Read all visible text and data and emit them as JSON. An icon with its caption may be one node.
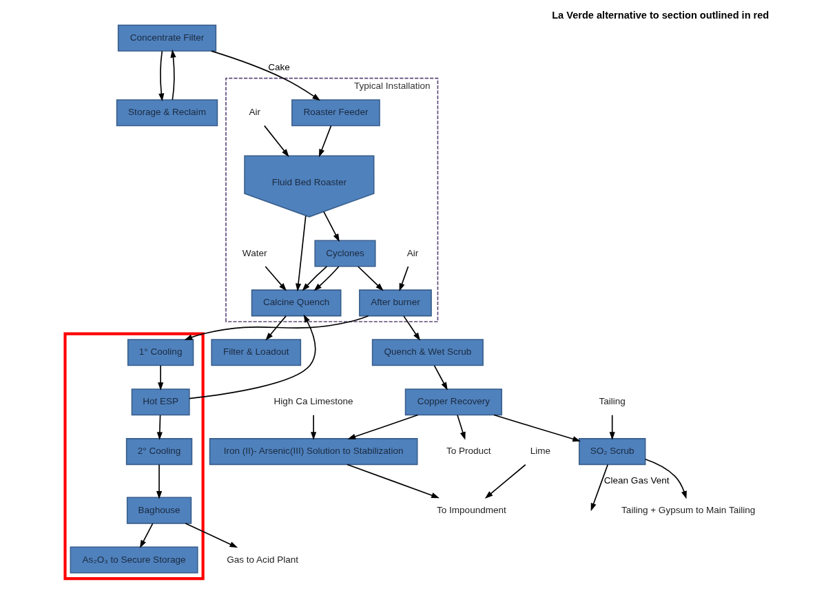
{
  "diagram": {
    "title": "La Verde alternative to section outlined in red",
    "nodes": [
      {
        "text": [
          "Concentrate Filter"
        ]
      },
      {
        "text": [
          "Storage & Reclaim"
        ]
      },
      {
        "text": [
          "Typical Installation"
        ]
      },
      {
        "text": [
          "Roaster Feeder"
        ],
        "in": 2
      },
      {
        "text": [
          "Fluid Bed Roaster"
        ],
        "in": 2
      },
      {
        "text": [
          "Cyclones"
        ],
        "in": 2
      },
      {
        "text": [
          "After burner"
        ],
        "in": 2
      },
      {
        "text": [
          "Calcine Quench"
        ],
        "in": 2
      },
      {
        "text": [],
        "shape": "box"
      },
      {
        "text": [
          "1° Cooling"
        ],
        "in": 8
      },
      {
        "text": [
          "Hot ESP"
        ],
        "in": 8
      },
      {
        "text": [
          "2° Cooling"
        ],
        "in": 8
      },
      {
        "text": [
          "Baghouse"
        ],
        "in": 8
      },
      {
        "text": [
          "As₂O₃ to Secure Storage"
        ],
        "in": 8
      },
      {
        "text": [
          "Filter & Loadout"
        ]
      },
      {
        "text": [
          "Quench & Wet Scrub"
        ]
      },
      {
        "text": [
          "Copper Recovery"
        ]
      },
      {
        "text": [
          "Iron (II)- Arsenic(III) Solution to Stabilization"
        ]
      },
      {
        "text": [
          "SO₂ Scrub"
        ]
      },
      {
        "text": [
          "Air"
        ],
        "in": 2
      },
      {
        "text": [
          "Air"
        ],
        "in": 2
      },
      {
        "text": [
          "Water"
        ],
        "in": 2
      },
      {
        "text": [
          "Gas to Acid Plant"
        ]
      },
      {
        "text": [
          "To Product"
        ]
      },
      {
        "text": [
          "High Ca Limestone"
        ]
      },
      {
        "text": [
          "Lime"
        ]
      },
      {
        "text": [
          "To Impoundment"
        ]
      },
      {
        "text": [
          "Tailing"
        ]
      },
      {
        "text": [
          "Tailing + Gypsum to Main Tailing"
        ]
      }
    ],
    "edges": [
      {
        "from": 0,
        "to": 1,
        "arrow": "to"
      },
      {
        "from": 1,
        "to": 0,
        "arrow": "to"
      },
      {
        "from": 0,
        "to": 3,
        "arrow": "to",
        "label": "Cake"
      },
      {
        "from": 3,
        "to": 4,
        "arrow": "to"
      },
      {
        "from": 4,
        "to": 5,
        "arrow": "to"
      },
      {
        "from": 4,
        "to": 7,
        "arrow": "to"
      },
      {
        "from": 20,
        "to": 4,
        "arrow": "to"
      },
      {
        "from": 5,
        "to": 7,
        "arrow": "to"
      },
      {
        "from": 5,
        "to": 7,
        "arrow": "to"
      },
      {
        "from": 21,
        "to": 7,
        "arrow": "to"
      },
      {
        "from": 10,
        "to": 7,
        "arrow": "to"
      },
      {
        "from": 19,
        "to": 6,
        "arrow": "to"
      },
      {
        "from": 5,
        "to": 6,
        "arrow": "to"
      },
      {
        "from": 6,
        "to": 15,
        "arrow": "to"
      },
      {
        "from": 6,
        "to": 9,
        "arrow": "to"
      },
      {
        "from": 9,
        "to": 10,
        "arrow": "to"
      },
      {
        "from": 10,
        "to": 11,
        "arrow": "to"
      },
      {
        "from": 11,
        "to": 12,
        "arrow": "to"
      },
      {
        "from": 12,
        "to": 22,
        "arrow": "to"
      },
      {
        "from": 12,
        "to": 13,
        "arrow": "to"
      },
      {
        "from": 7,
        "to": 14,
        "arrow": "to"
      },
      {
        "from": 15,
        "to": 16,
        "arrow": "to"
      },
      {
        "from": 16,
        "to": 23,
        "arrow": "to"
      },
      {
        "from": 16,
        "to": 17,
        "arrow": "to"
      },
      {
        "from": 24,
        "to": 17,
        "arrow": "to"
      },
      {
        "from": 17,
        "to": 26,
        "arrow": "to"
      },
      {
        "from": 25,
        "to": 26,
        "arrow": "to"
      },
      {
        "from": 16,
        "to": 18,
        "arrow": "to"
      },
      {
        "from": 27,
        "to": 18,
        "arrow": "to"
      },
      {
        "from": 18,
        "to": null,
        "arrow": "to",
        "label": "Clean Gas Vent"
      },
      {
        "from": 18,
        "to": 28,
        "arrow": "to"
      }
    ]
  }
}
